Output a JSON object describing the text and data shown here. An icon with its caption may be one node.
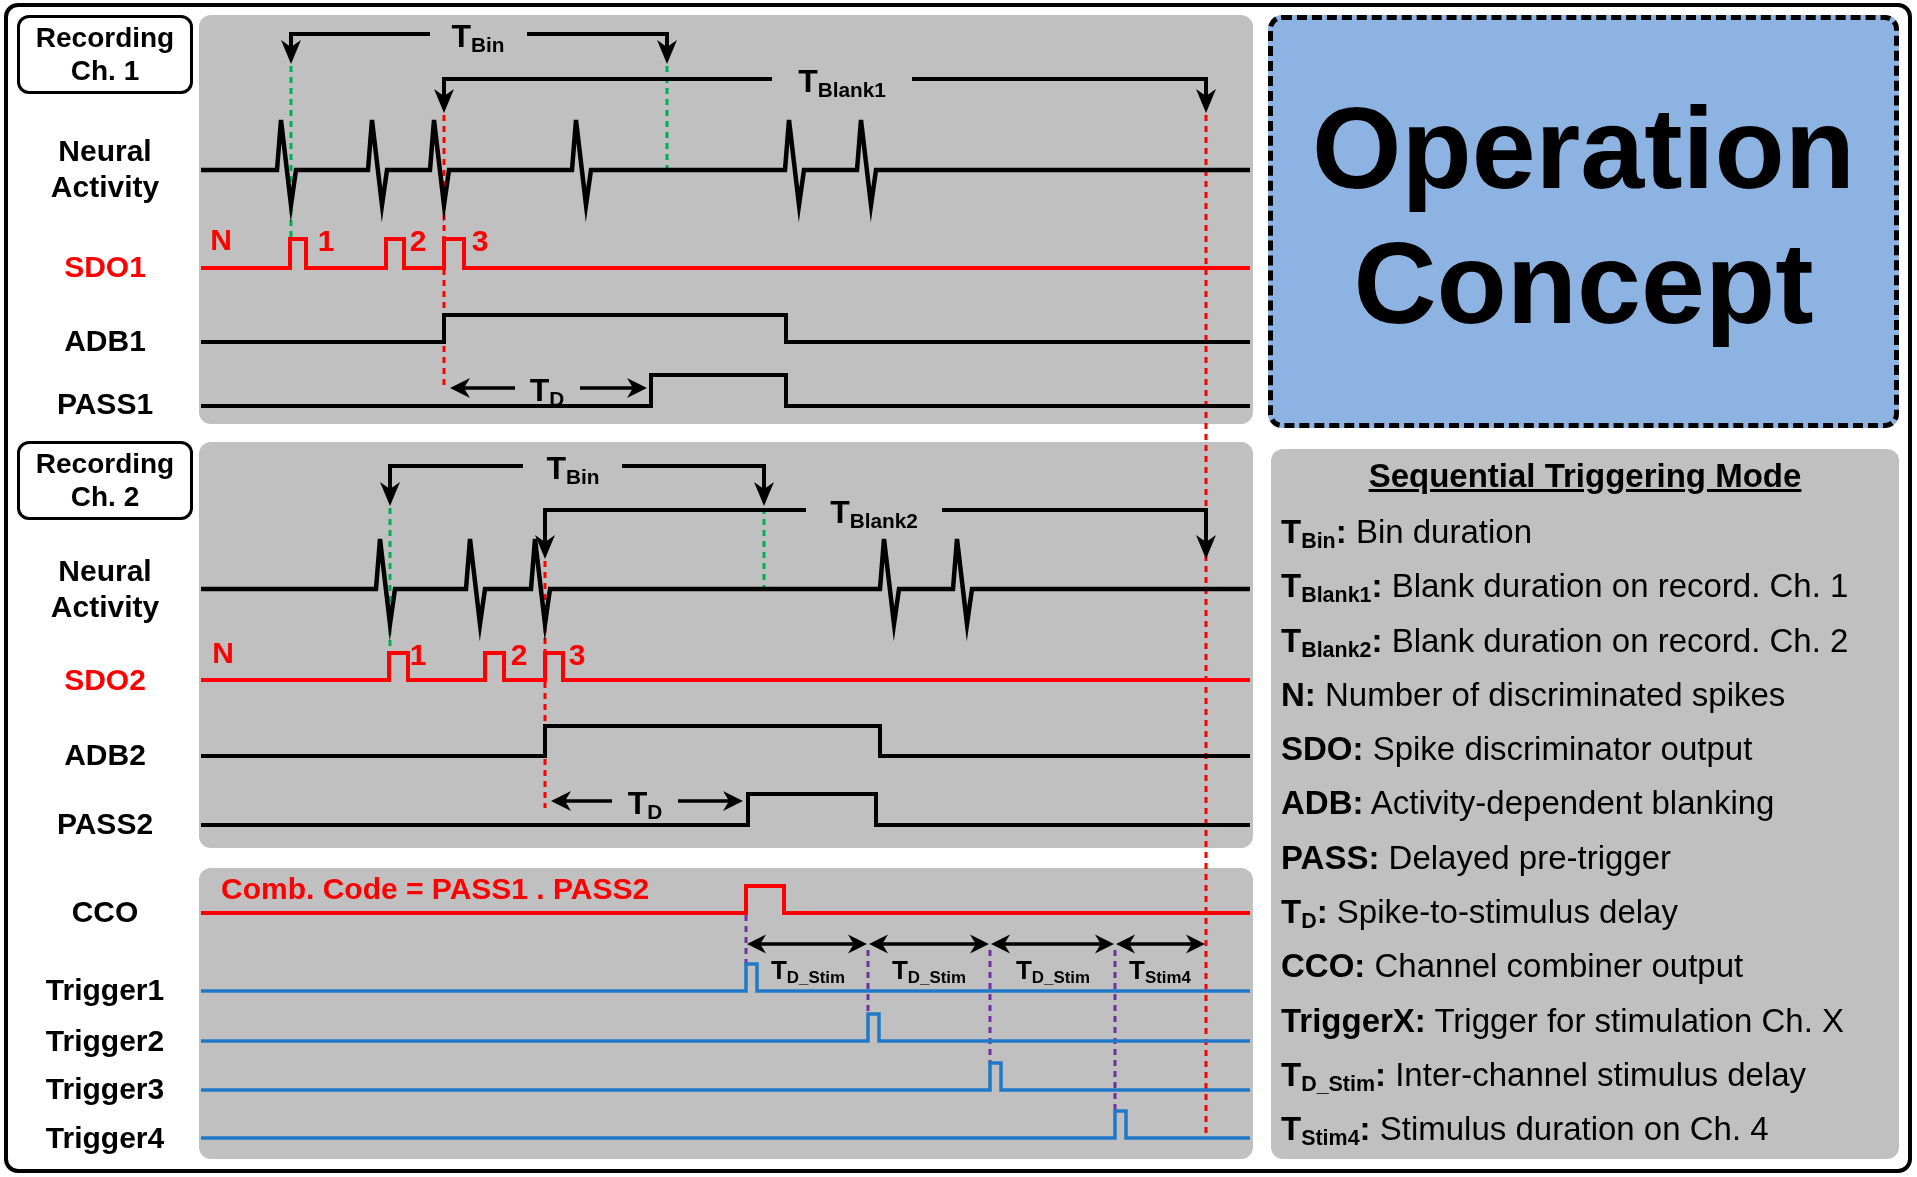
{
  "diagram": {
    "nodes": [
      {
        "text": [
          "Recording Ch. 1"
        ]
      },
      {
        "text": [
          "Operation Concept"
        ]
      },
      {
        "text": [
          "Recording Ch. 2"
        ]
      },
      {
        "text": [
          "Sequential Triggering Mode",
          "**T**$_{Bin}$**:** Bin duration",
          "**T**$_{Blank1}$**:** Blank duration on record. Ch. 1",
          "**T**$_{Blank2}$**:** Blank duration on record. Ch. 2",
          "**N:** Number of discriminated spikes",
          "**SDO:** Spike discriminator output",
          "**ADB:** Activity-dependent blanking",
          "**PASS:** Delayed pre-trigger",
          "**T**$_{D}$**:** Spike-to-stimulus delay",
          "**CCO:** Channel combiner output",
          "**TriggerX:** Trigger for stimulation Ch. X",
          "**T**$_{D_Stim}$**:** Inter-channel stimulus delay",
          "**T**$_{Stim4}$**:** Stimulus duration on Ch. 4"
        ]
      }
    ],
    "labels": [
      "T$_{Bin}$",
      "T$_{Blank1}$",
      "Neural Activity",
      "N",
      "1",
      "2",
      "3",
      "SDO1",
      "ADB1",
      "T$_{D}$",
      "PASS1",
      "T$_{Bin}$",
      "T$_{Blank2}$",
      "Neural Activity",
      "N",
      "1",
      "2",
      "3",
      "SDO2",
      "ADB2",
      "T$_{D}$",
      "PASS2",
      "Comb. Code = PASS1 . PASS2",
      "CCO",
      "T$_{D_Stim}$",
      "T$_{D_Stim}$",
      "T$_{D_Stim}$",
      "T$_{Stim4}$",
      "Trigger1",
      "Trigger2",
      "Trigger3",
      "Trigger4"
    ]
  }
}
